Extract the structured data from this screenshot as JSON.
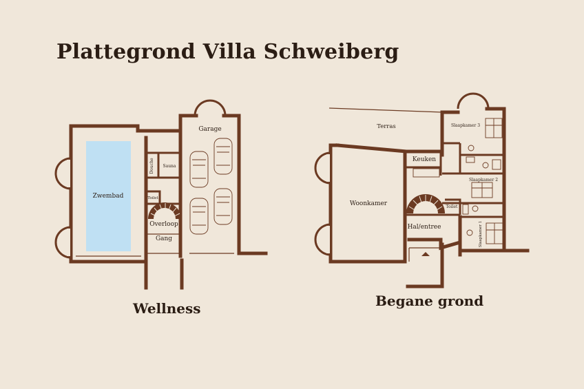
{
  "title": "Plattegrond Villa Schweiberg",
  "plans": {
    "wellness": {
      "caption": "Wellness",
      "rooms": {
        "zwembad": "Zwembad",
        "garage": "Garage",
        "douche": "Douche",
        "sauna": "Sauna",
        "toilet": "Toilet",
        "overloop": "Overloop",
        "gang": "Gang"
      }
    },
    "begane_grond": {
      "caption": "Begane grond",
      "rooms": {
        "terras": "Terras",
        "keuken": "Keuken",
        "woonkamer": "Woonkamer",
        "hal_entree": "Hal/entree",
        "toilet": "Toilet",
        "slaapkamer_3": "Slaapkamer 3",
        "slaapkamer_2": "Slaapkamer 2",
        "slaapkamer_1": "Slaapkamer 1"
      }
    }
  },
  "colors": {
    "background": "#f0e7da",
    "wall": "#6b3a22",
    "pool": "#bfe0f3",
    "text": "#2b1d14"
  }
}
